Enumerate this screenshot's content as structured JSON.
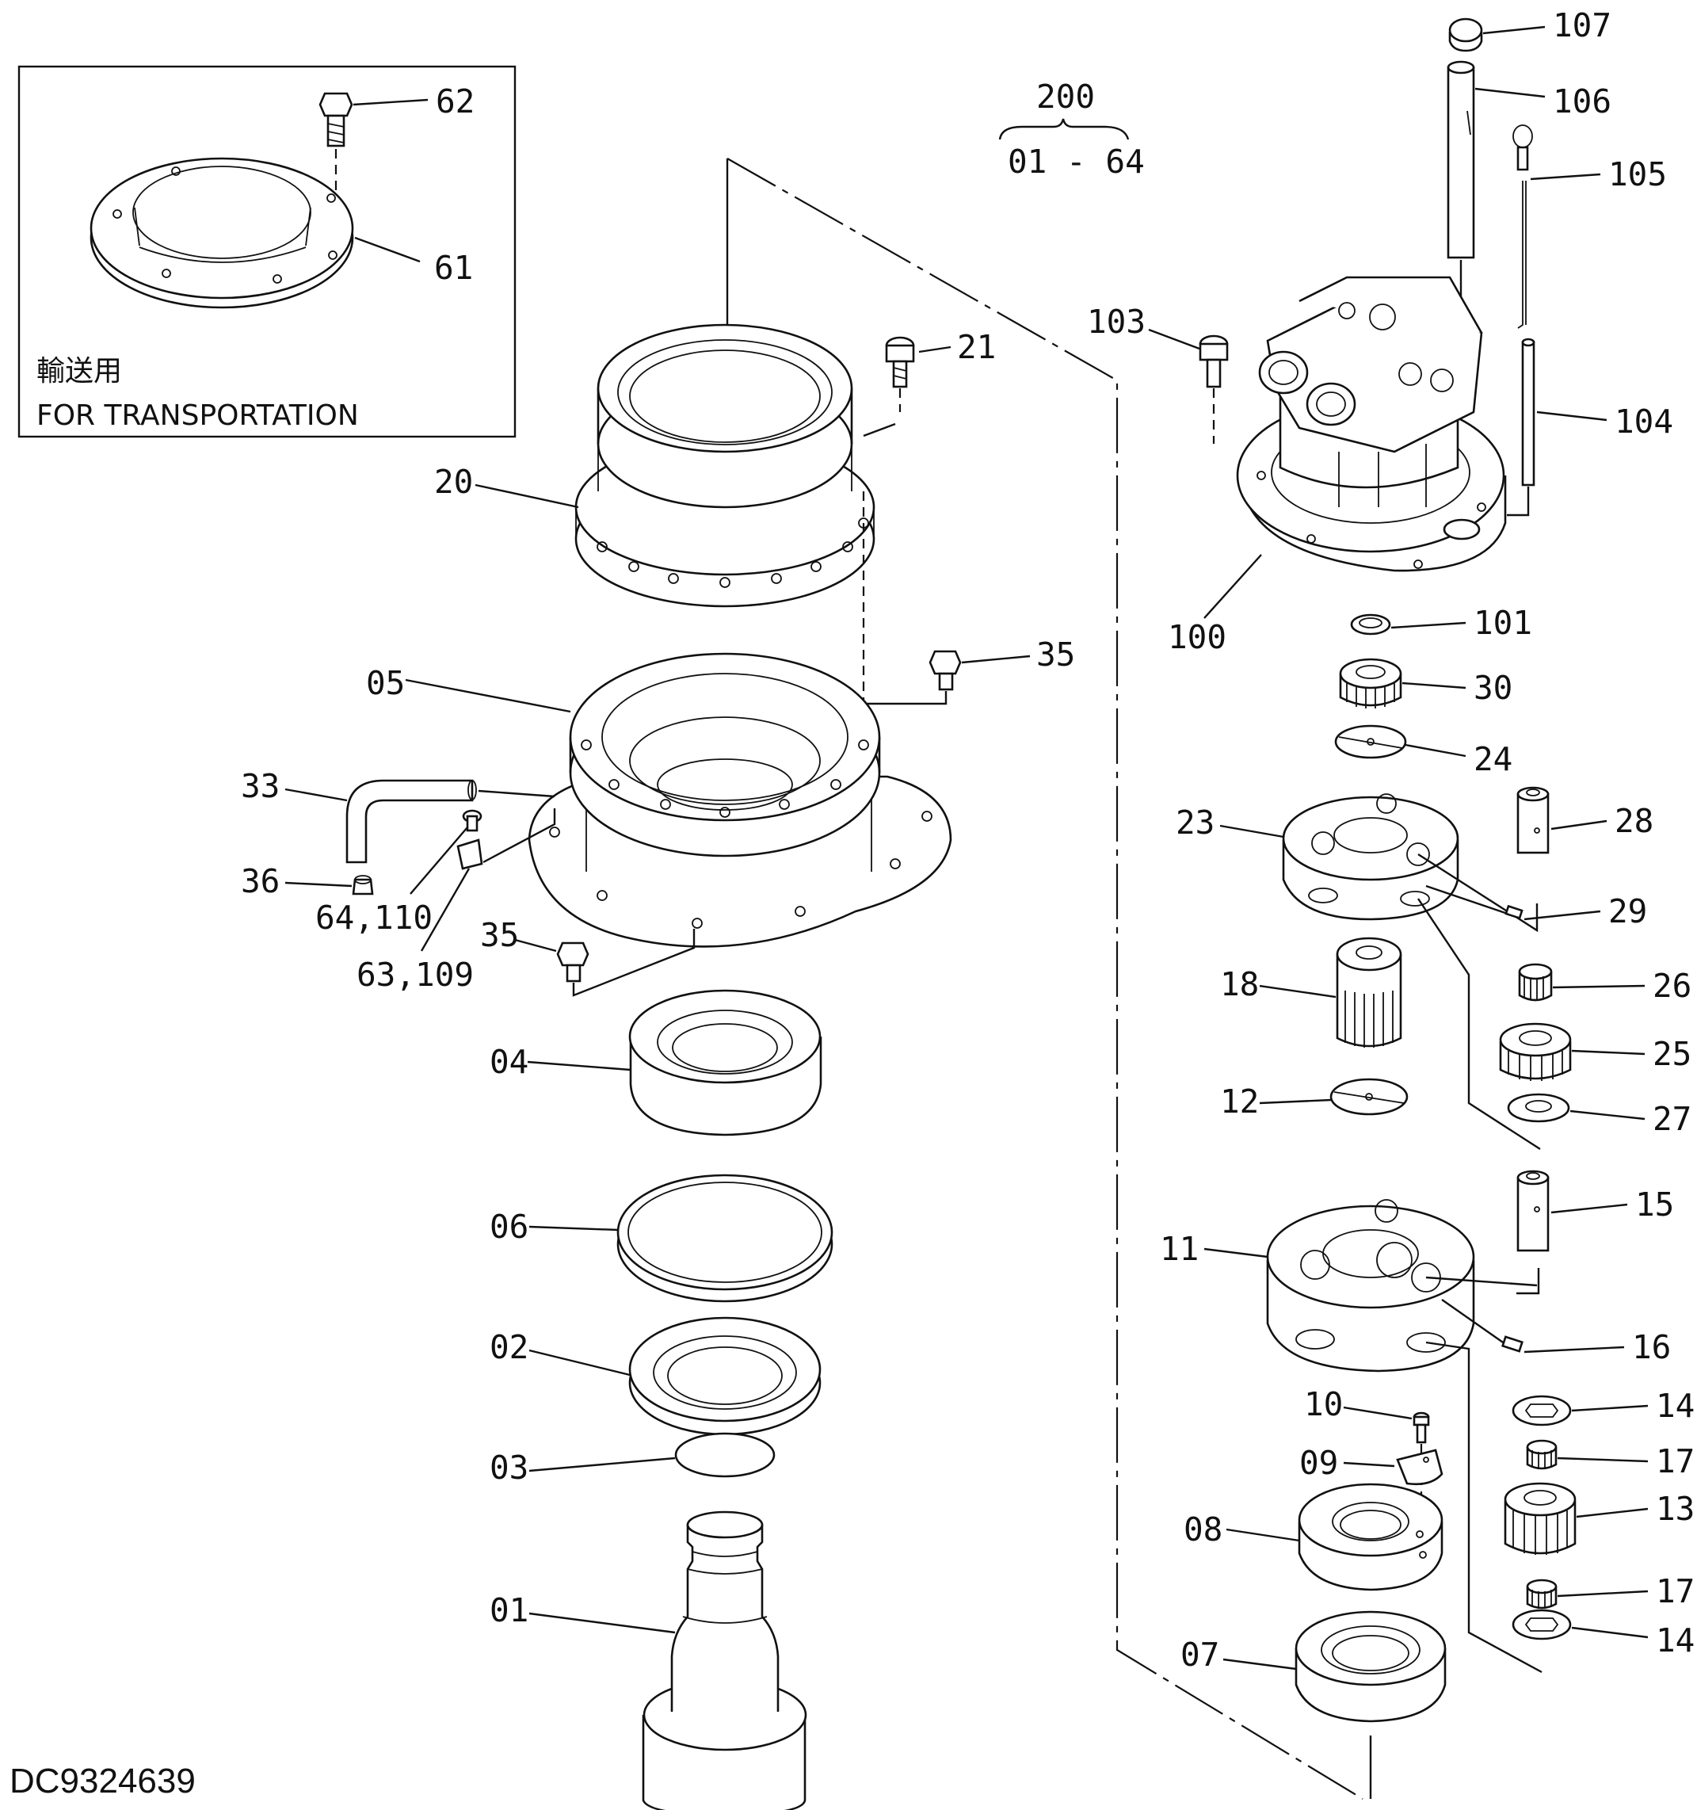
{
  "inset": {
    "caption_jp": "輸送用",
    "caption_en": "FOR TRANSPORTATION",
    "labels": [
      "62",
      "61"
    ]
  },
  "assembly": {
    "top": "200",
    "range": "01 - 64"
  },
  "labels": {
    "p107": "107",
    "p106": "106",
    "p105": "105",
    "p104": "104",
    "p103": "103",
    "p100": "100",
    "p101": "101",
    "p30": "30",
    "p24": "24",
    "p23": "23",
    "p28": "28",
    "p29": "29",
    "p26": "26",
    "p18": "18",
    "p25": "25",
    "p12": "12",
    "p27": "27",
    "p15": "15",
    "p11": "11",
    "p16": "16",
    "p10": "10",
    "p14a": "14",
    "p09": "09",
    "p17a": "17",
    "p13": "13",
    "p08": "08",
    "p17b": "17",
    "p14b": "14",
    "p07": "07",
    "p21": "21",
    "p20": "20",
    "p35a": "35",
    "p05": "05",
    "p33": "33",
    "p36": "36",
    "p64": "64,110",
    "p63": "63,109",
    "p35b": "35",
    "p04": "04",
    "p06": "06",
    "p02": "02",
    "p03": "03",
    "p01": "01"
  },
  "drawing_code": "DC9324639"
}
